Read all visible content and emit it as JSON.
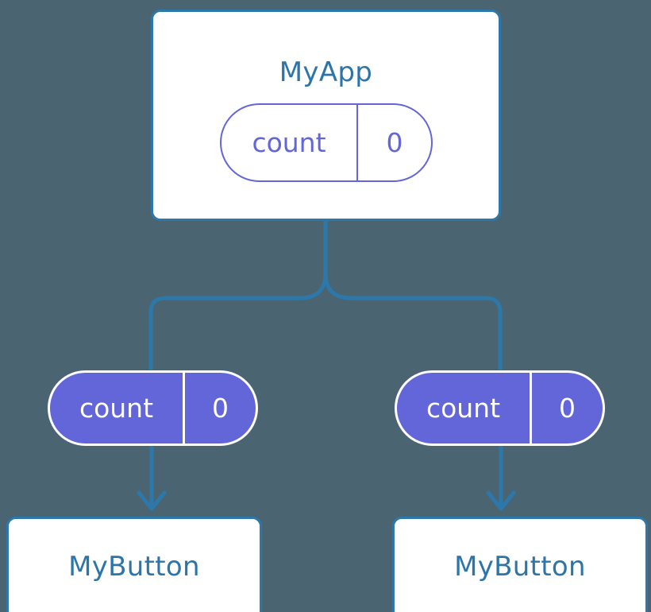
{
  "diagram": {
    "title": "React component state / prop drilling tree",
    "background_color": "#4a6571",
    "colors": {
      "edge": "#2d78ab",
      "component_border": "#2d78ab",
      "component_text": "#2d75a8",
      "component_fill": "#ffffff",
      "state_accent": "#6366d8",
      "state_text_on_fill": "#ffffff"
    },
    "root": {
      "label": "MyApp",
      "state": {
        "key": "count",
        "value": "0"
      }
    },
    "branches": [
      {
        "id": "left",
        "prop": {
          "key": "count",
          "value": "0"
        },
        "child": {
          "label": "MyButton"
        }
      },
      {
        "id": "right",
        "prop": {
          "key": "count",
          "value": "0"
        },
        "child": {
          "label": "MyButton"
        }
      }
    ]
  }
}
